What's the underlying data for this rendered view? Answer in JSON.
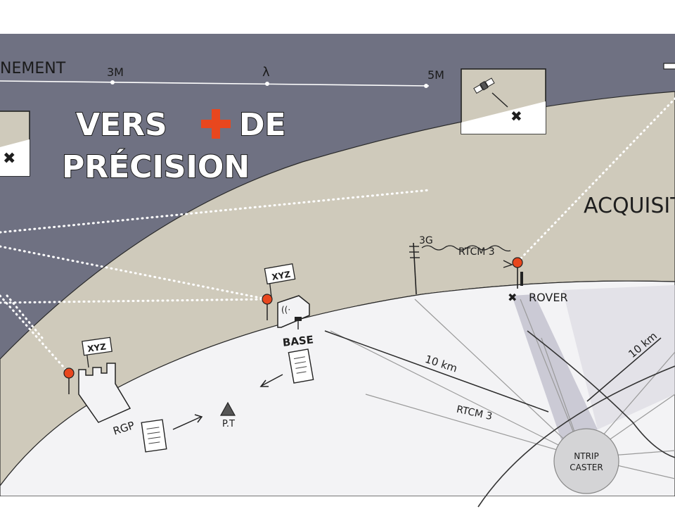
{
  "title": {
    "line1_left": "VERS",
    "line1_right": "DE",
    "line2": "PRÉCISION"
  },
  "scale": {
    "label": "NEMENT",
    "ticks": [
      "3M",
      "λ",
      "5M"
    ]
  },
  "labels": {
    "acquisition": "ACQUISIT",
    "rover": "ROVER",
    "base": "BASE",
    "rgp": "RGP",
    "pt": "P.T",
    "xyz_left": "XYZ",
    "xyz_base": "XYZ",
    "rtcm_top": "RTCM 3",
    "rtcm_bottom": "RTCM 3",
    "three_g": "3G",
    "dist_1": "10 km",
    "dist_2": "10 km",
    "ntrip_line1": "NTRIP",
    "ntrip_line2": "CASTER"
  },
  "colors": {
    "sky": "#6f7182",
    "ground": "#cfcabb",
    "field": "#f4f4f6",
    "marker": "#e8471e",
    "accent_cross": "#e8471e",
    "caster": "#d4d4d6"
  }
}
